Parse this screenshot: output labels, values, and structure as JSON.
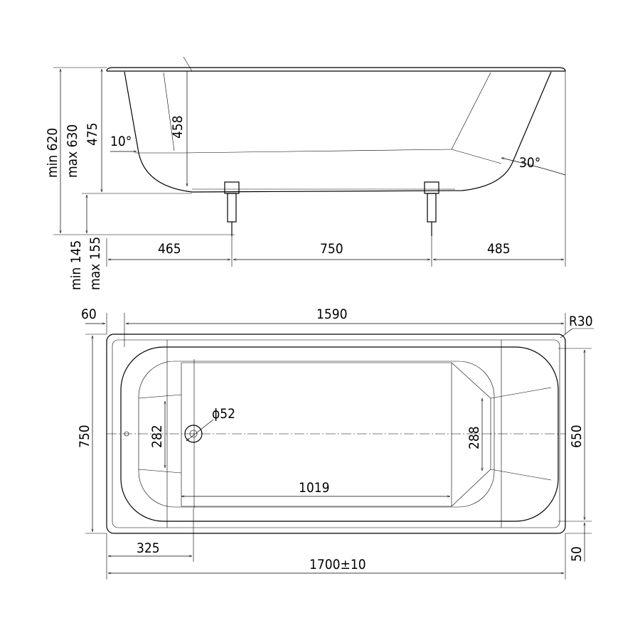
{
  "side_view": {
    "height_min": "min 620",
    "height_max": "max 630",
    "depth_outer": "475",
    "depth_inner": "458",
    "angle_left": "10°",
    "angle_right": "30°",
    "leg_height_min": "min 145",
    "leg_height_max": "max 155",
    "dist_left": "465",
    "dist_legs": "750",
    "dist_right": "485"
  },
  "top_view": {
    "rim_left": "60",
    "inner_length": "1590",
    "corner_radius": "R30",
    "outer_width": "750",
    "inner_width": "650",
    "width_left": "282",
    "drain_diameter": "ϕ52",
    "width_right": "288",
    "bottom_length": "1019",
    "drain_offset": "325",
    "outer_length": "1700±10",
    "rim_bottom": "50"
  }
}
